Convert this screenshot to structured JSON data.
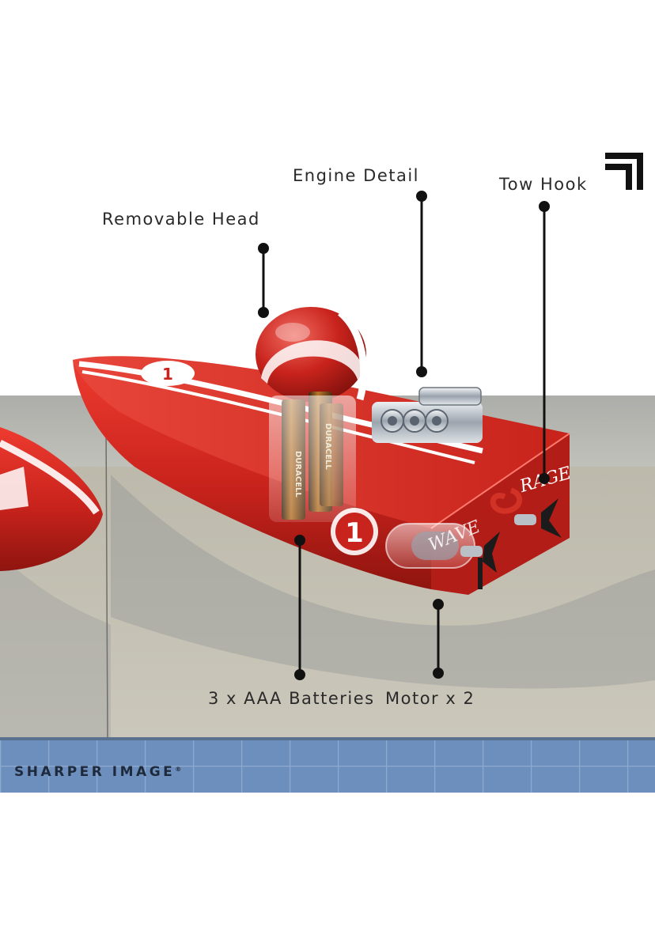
{
  "callouts": {
    "removable_head": "Removable Head",
    "engine_detail": "Engine Detail",
    "tow_hook": "Tow Hook",
    "batteries": "3 x AAA Batteries",
    "motor": "Motor x 2"
  },
  "brand": {
    "name": "SHARPER IMAGE",
    "mark": "®"
  },
  "boat": {
    "race_number": "1",
    "hull_text_1": "WAVE",
    "hull_text_2": "RAGE",
    "battery_label": "DURACELL"
  },
  "colors": {
    "hull_red": "#d42a22",
    "pool_water": "#6d8fbd",
    "deck_concrete": "#b8b5a8",
    "callout_line": "#111111"
  }
}
